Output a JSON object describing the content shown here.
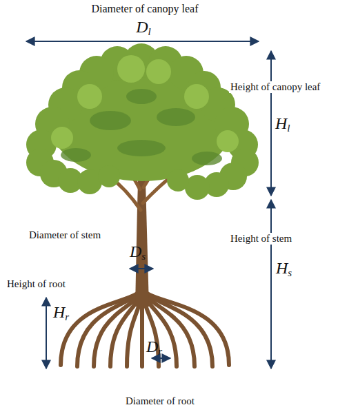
{
  "diagram": {
    "labels": [
      "Diameter of canopy leaf",
      "Dl",
      "Height of canopy leaf",
      "Hl",
      "Diameter of stem",
      "Ds",
      "Height of stem",
      "Hs",
      "Height of root",
      "Hr",
      "Dr",
      "Diameter of root"
    ]
  }
}
